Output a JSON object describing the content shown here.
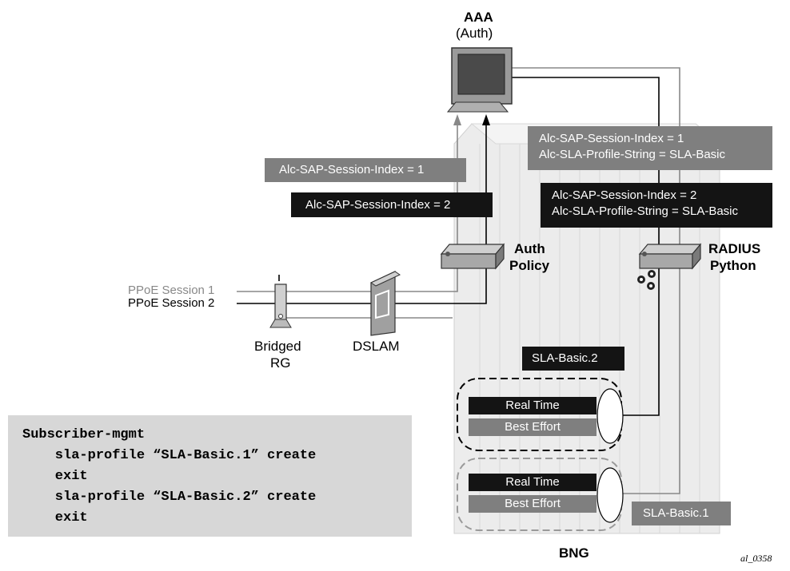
{
  "aaa": {
    "title": "AAA",
    "subtitle": "(Auth)"
  },
  "messages": {
    "gray_left": "Alc-SAP-Session-Index = 1",
    "black_left": "Alc-SAP-Session-Index = 2",
    "gray_right_line1": "Alc-SAP-Session-Index = 1",
    "gray_right_line2": "Alc-SLA-Profile-String = SLA-Basic",
    "black_right_line1": "Alc-SAP-Session-Index = 2",
    "black_right_line2": "Alc-SLA-Profile-String = SLA-Basic"
  },
  "auth_policy": {
    "line1": "Auth",
    "line2": "Policy"
  },
  "radius": {
    "line1": "RADIUS",
    "line2": "Python"
  },
  "sessions": {
    "s1": "PPoE Session 1",
    "s2": "PPoE Session 2"
  },
  "rg": {
    "line1": "Bridged",
    "line2": "RG"
  },
  "dslam": "DSLAM",
  "sla2": {
    "label": "SLA-Basic.2",
    "q1": "Real Time",
    "q2": "Best Effort"
  },
  "sla1": {
    "label": "SLA-Basic.1",
    "q1": "Real Time",
    "q2": "Best Effort"
  },
  "bng": "BNG",
  "figure_id": "al_0358",
  "config_lines": [
    "Subscriber-mgmt",
    "    sla-profile “SLA-Basic.1” create",
    "    exit",
    "    sla-profile “SLA-Basic.2” create",
    "    exit"
  ],
  "colors": {
    "gray_box": "#7f7f7f",
    "black_box": "#141414",
    "bng_fill": "#ececec",
    "config_bg": "#d7d7d7"
  }
}
